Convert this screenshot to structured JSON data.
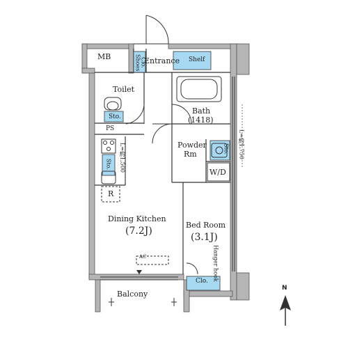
{
  "rooms": {
    "mb": "MB",
    "shoes_1": "Shoes",
    "shoes_2": "Clo.",
    "entrance": "Entrance",
    "shelf": "Shelf",
    "toilet": "Toilet",
    "toilet_storage": "Sto.",
    "bath_name": "Bath",
    "bath_size": "(1418)",
    "powder_1": "Powder",
    "powder_2": "Rm",
    "powder_storage": "Sto.",
    "wd": "W/D",
    "ps": "PS",
    "kitchen_storage": "Sto.",
    "refrigerator": "R",
    "dining_name": "Dining Kitchen",
    "dining_size": "(7.2J)",
    "bedroom_name": "Bed Room",
    "bedroom_size": "(3.1J)",
    "hanger": "Hanger hook",
    "closet": "Clo.",
    "balcony": "Balcony",
    "ac": "AC"
  },
  "dimensions": {
    "kitchen_ceiling": "L=約1,500",
    "right_ceiling": "L=約1,750"
  },
  "compass": {
    "north": "N"
  },
  "colors": {
    "wall": "#b5b5b5",
    "storage": "#a8d9f2",
    "line": "#333333"
  }
}
